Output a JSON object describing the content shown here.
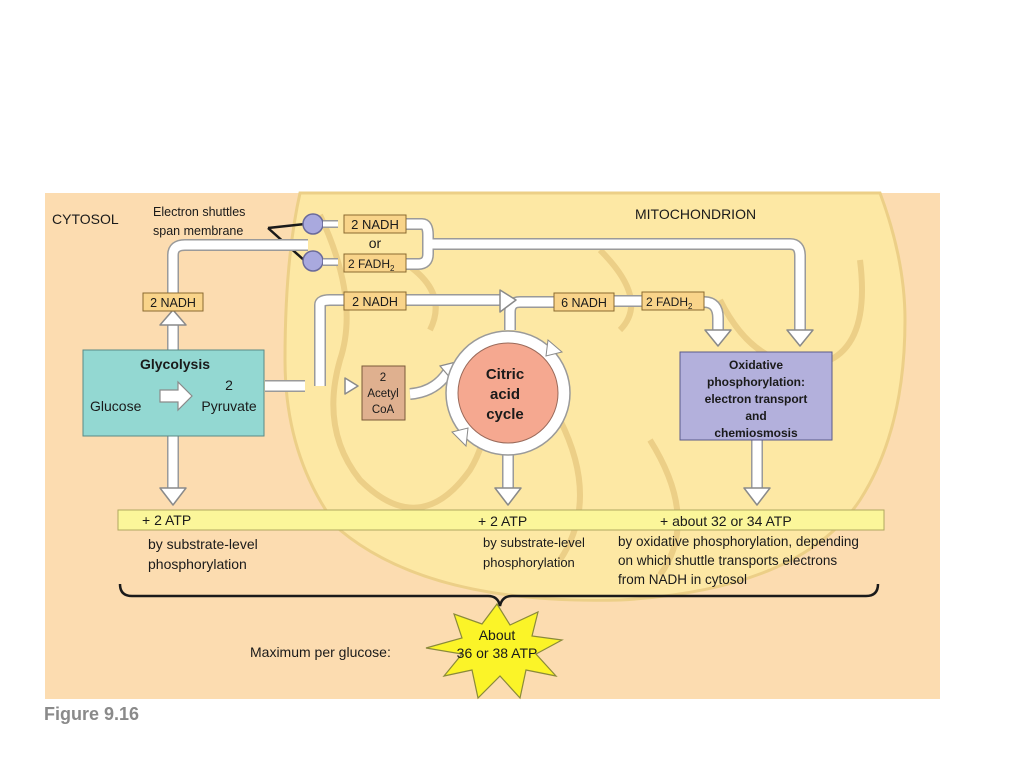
{
  "figure_label": "Figure 9.16",
  "regions": {
    "cytosol": "CYTOSOL",
    "mitochondrion": "MITOCHONDRION"
  },
  "shuttle_note": {
    "line1": "Electron shuttles",
    "line2": "span membrane"
  },
  "carriers": {
    "nadh_shuttle": "2 NADH",
    "or": "or",
    "fadh2_shuttle": "2 FADH",
    "nadh_glycolysis": "2 NADH",
    "nadh_pyruvate": "2 NADH",
    "nadh_citric": "6 NADH",
    "fadh2_citric": "2 FADH",
    "subscript": "2"
  },
  "glycolysis": {
    "title": "Glycolysis",
    "glucose": "Glucose",
    "pyruvate_count": "2",
    "pyruvate": "Pyruvate"
  },
  "acetyl_coa": {
    "line1": "2",
    "line2": "Acetyl",
    "line3": "CoA"
  },
  "citric_cycle": {
    "line1": "Citric",
    "line2": "acid",
    "line3": "cycle"
  },
  "oxphos": {
    "line1": "Oxidative",
    "line2": "phosphorylation:",
    "line3": "electron transport",
    "line4": "and",
    "line5": "chemiosmosis"
  },
  "atp_yields": {
    "glycolysis": "+ 2 ATP",
    "citric": "+ 2 ATP",
    "oxphos": "+ about 32 or 34 ATP"
  },
  "yield_notes": {
    "glycolysis_1": "by substrate-level",
    "glycolysis_2": "phosphorylation",
    "citric_1": "by substrate-level",
    "citric_2": "phosphorylation",
    "oxphos_1": "by oxidative phosphorylation, depending",
    "oxphos_2": "on which shuttle transports electrons",
    "oxphos_3": "from NADH in cytosol"
  },
  "maximum": {
    "label": "Maximum per glucose:",
    "burst_1": "About",
    "burst_2": "36 or 38 ATP"
  },
  "colors": {
    "cytosol_bg": "#fcdcb0",
    "mitochondrion": "#fde8a4",
    "carrier_box": "#f9d48a",
    "glycolysis_box": "#93d8d2",
    "acetyl_box": "#dfb08f",
    "citric_fill": "#f5a890",
    "oxphos_box": "#b3b0dc",
    "atp_bar": "#fbf69a",
    "burst": "#fbf428",
    "shuttle_protein": "#a9a9de"
  }
}
